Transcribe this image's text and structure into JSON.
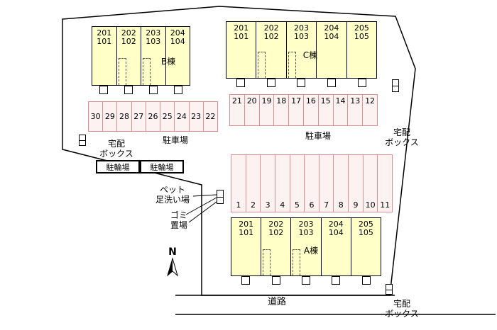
{
  "buildings": {
    "b": {
      "name": "B棟",
      "units": [
        "201\n101",
        "202\n102",
        "203\n103",
        "204\n104"
      ]
    },
    "c": {
      "name": "C棟",
      "units": [
        "201\n101",
        "202\n102",
        "203\n103",
        "204\n104",
        "205\n105"
      ]
    },
    "a": {
      "name": "A棟",
      "units": [
        "201\n101",
        "202\n102",
        "203\n103",
        "204\n104",
        "205\n105"
      ]
    }
  },
  "parking": {
    "label_left": "駐車場",
    "label_right": "駐車場",
    "left_row": [
      "30",
      "29",
      "28",
      "27",
      "26",
      "25",
      "24",
      "23",
      "22"
    ],
    "right_row": [
      "21",
      "20",
      "19",
      "18",
      "17",
      "16",
      "15",
      "14",
      "13",
      "12"
    ],
    "center_row": [
      "1",
      "2",
      "3",
      "4",
      "5",
      "6",
      "7",
      "8",
      "9",
      "10",
      "11"
    ]
  },
  "labels": {
    "delivery_box": "宅配\nボックス",
    "bicycle_1": "駐輪場",
    "bicycle_2": "駐輪場",
    "pet_wash": "ペット\n足洗い場",
    "garbage": "ゴミ\n置場",
    "road": "道路",
    "north": "N"
  },
  "colors": {
    "building_fill": "#ffffc8",
    "parking_line": "#e08d8d",
    "parking_fill": "#fdf2f2"
  }
}
